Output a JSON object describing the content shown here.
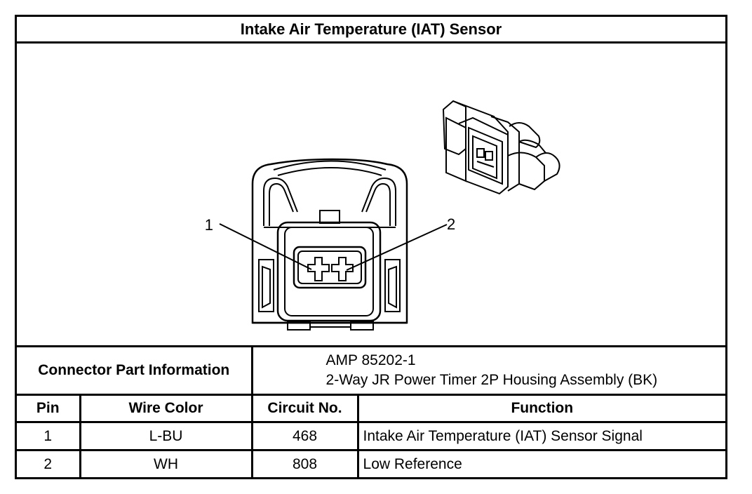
{
  "title": "Intake Air Temperature (IAT) Sensor",
  "figure": {
    "pin_callouts": [
      "1",
      "2"
    ]
  },
  "connector_info": {
    "label": "Connector Part Information",
    "part_number": "AMP 85202-1",
    "description": "2-Way JR Power Timer 2P Housing Assembly (BK)"
  },
  "table": {
    "headers": [
      "Pin",
      "Wire Color",
      "Circuit No.",
      "Function"
    ],
    "rows": [
      {
        "pin": "1",
        "wire_color": "L-BU",
        "circuit": "468",
        "function": "Intake Air Temperature (IAT) Sensor Signal"
      },
      {
        "pin": "2",
        "wire_color": "WH",
        "circuit": "808",
        "function": "Low Reference"
      }
    ]
  }
}
